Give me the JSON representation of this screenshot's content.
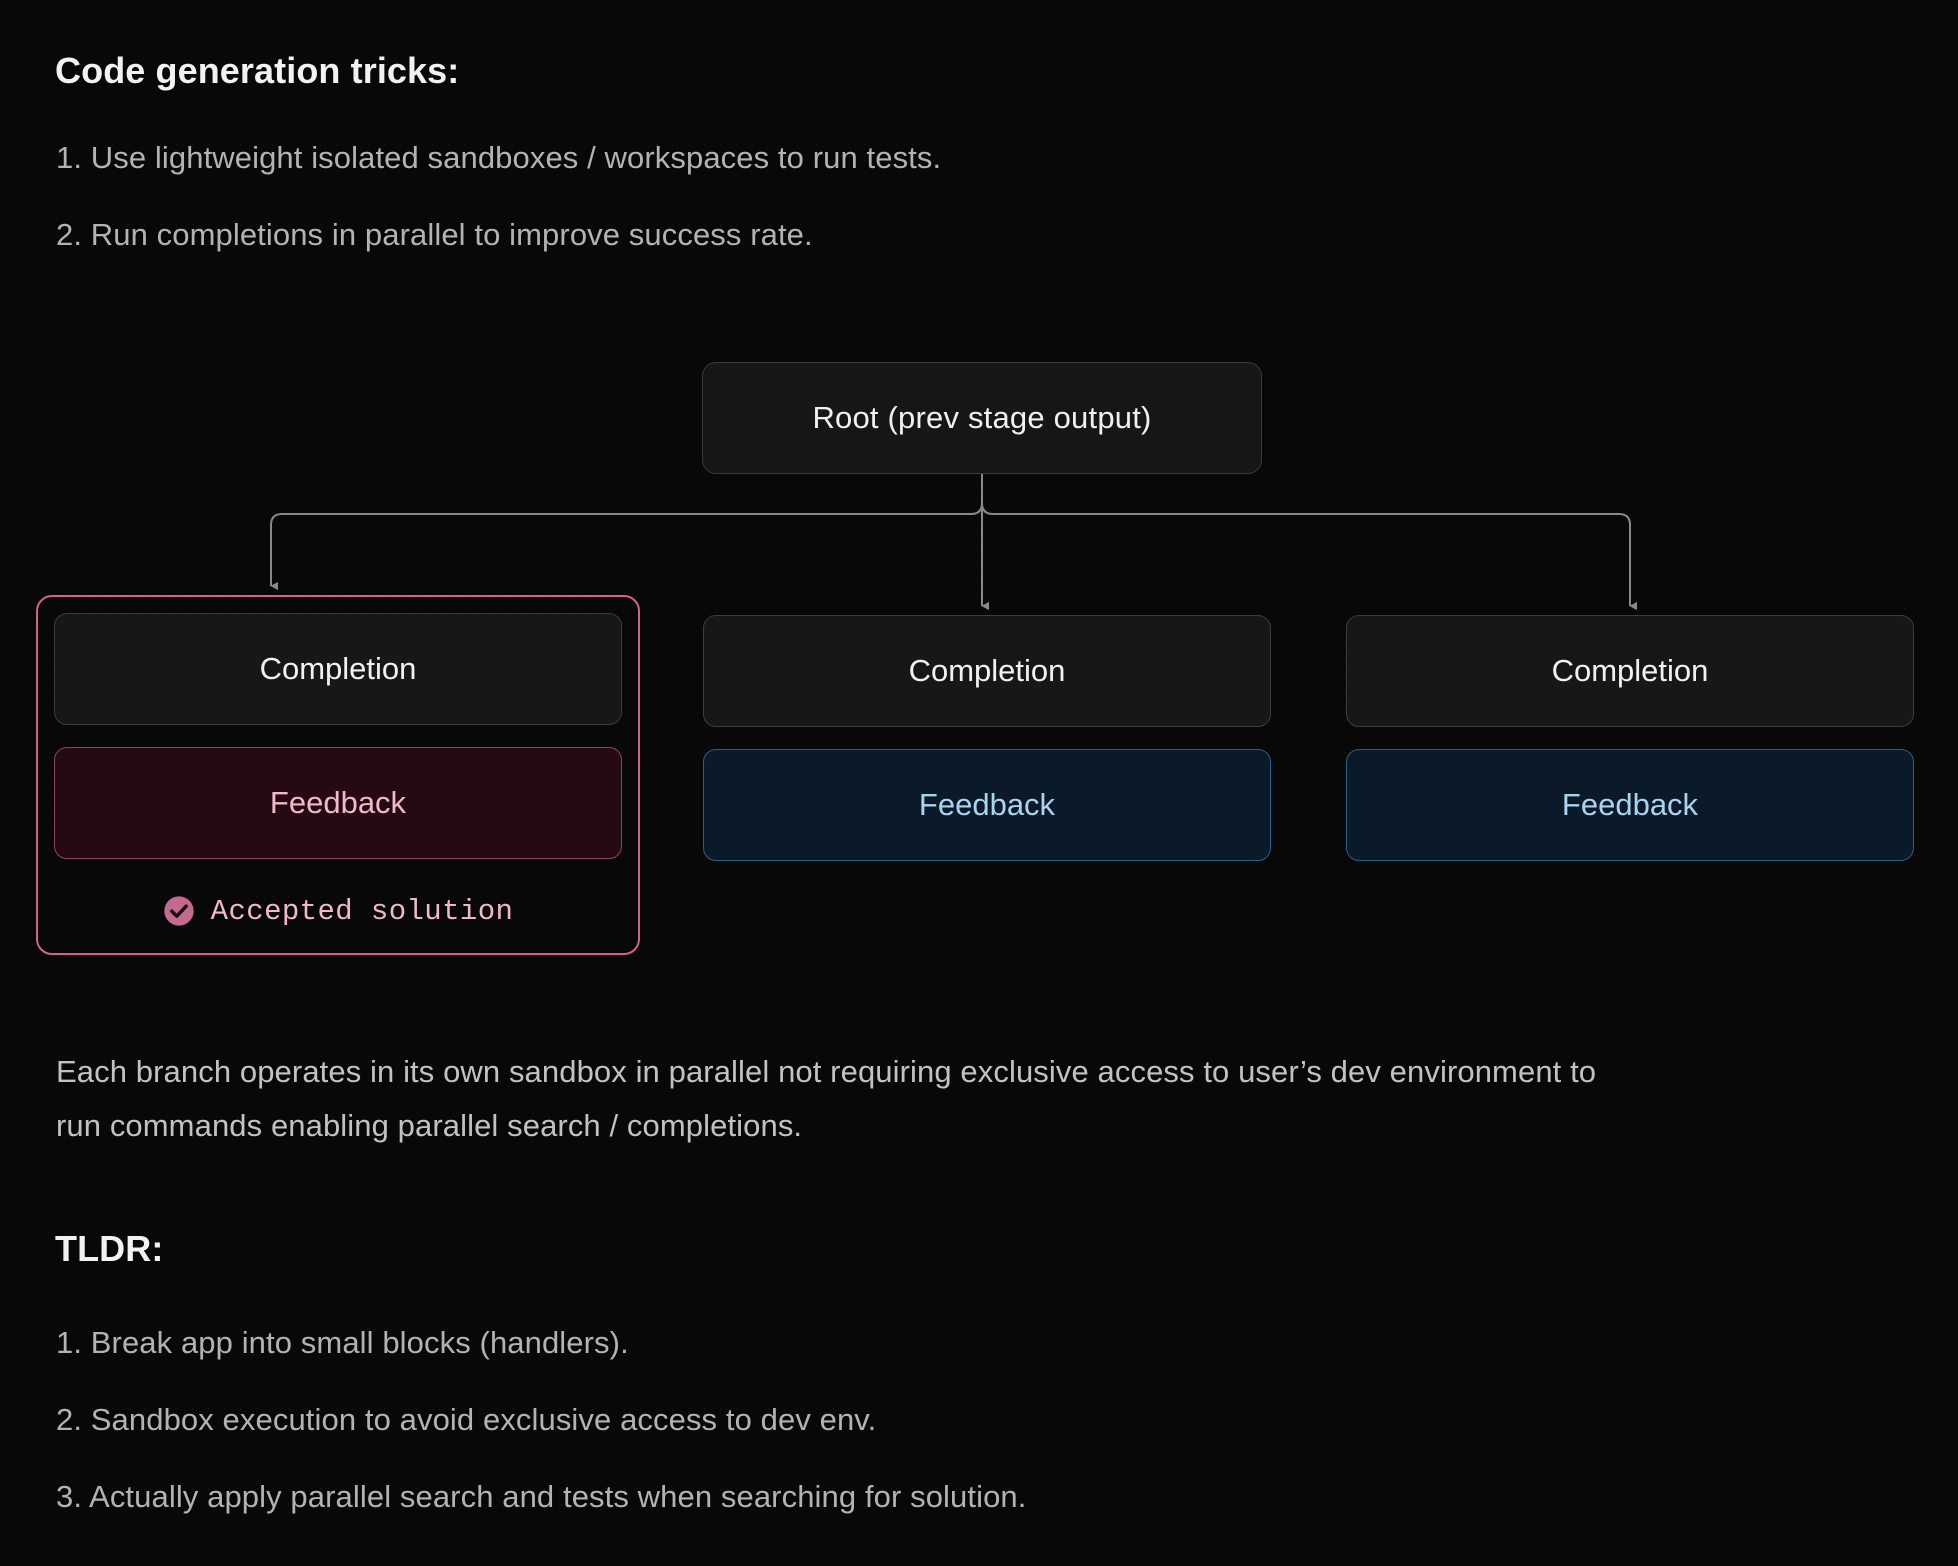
{
  "sections": {
    "tricks": {
      "heading": "Code generation tricks:",
      "items": [
        "1. Use lightweight isolated sandboxes / workspaces to run tests.",
        "2. Run completions in parallel to improve success rate."
      ]
    },
    "caption": "Each branch operates in its own sandbox in parallel not requiring exclusive access to user’s dev environment to run commands enabling parallel search / completions.",
    "tldr": {
      "heading": "TLDR:",
      "items": [
        "1. Break app into small blocks (handlers).",
        "2. Sandbox execution to avoid exclusive access to dev env.",
        "3. Actually apply parallel search and tests when searching for solution."
      ]
    }
  },
  "diagram": {
    "root": {
      "label": "Root (prev stage output)"
    },
    "branches": [
      {
        "id": "branch-1",
        "selected": true,
        "completion_label": "Completion",
        "feedback_label": "Feedback",
        "status_label": "Accepted solution",
        "status_icon": "check-circle-icon"
      },
      {
        "id": "branch-2",
        "selected": false,
        "completion_label": "Completion",
        "feedback_label": "Feedback"
      },
      {
        "id": "branch-3",
        "selected": false,
        "completion_label": "Completion",
        "feedback_label": "Feedback"
      }
    ],
    "colors": {
      "background": "#080808",
      "node_fill": "#171717",
      "node_border": "#3d3d3d",
      "connector": "#8a8a8a",
      "accent_pink": "#d2628f",
      "feedback_pink_fill": "#250913",
      "feedback_pink_text": "#f0b7ce",
      "feedback_blue_fill": "#0b1a28",
      "feedback_blue_border": "#2a5f86",
      "feedback_blue_text": "#a9d3ef"
    }
  }
}
